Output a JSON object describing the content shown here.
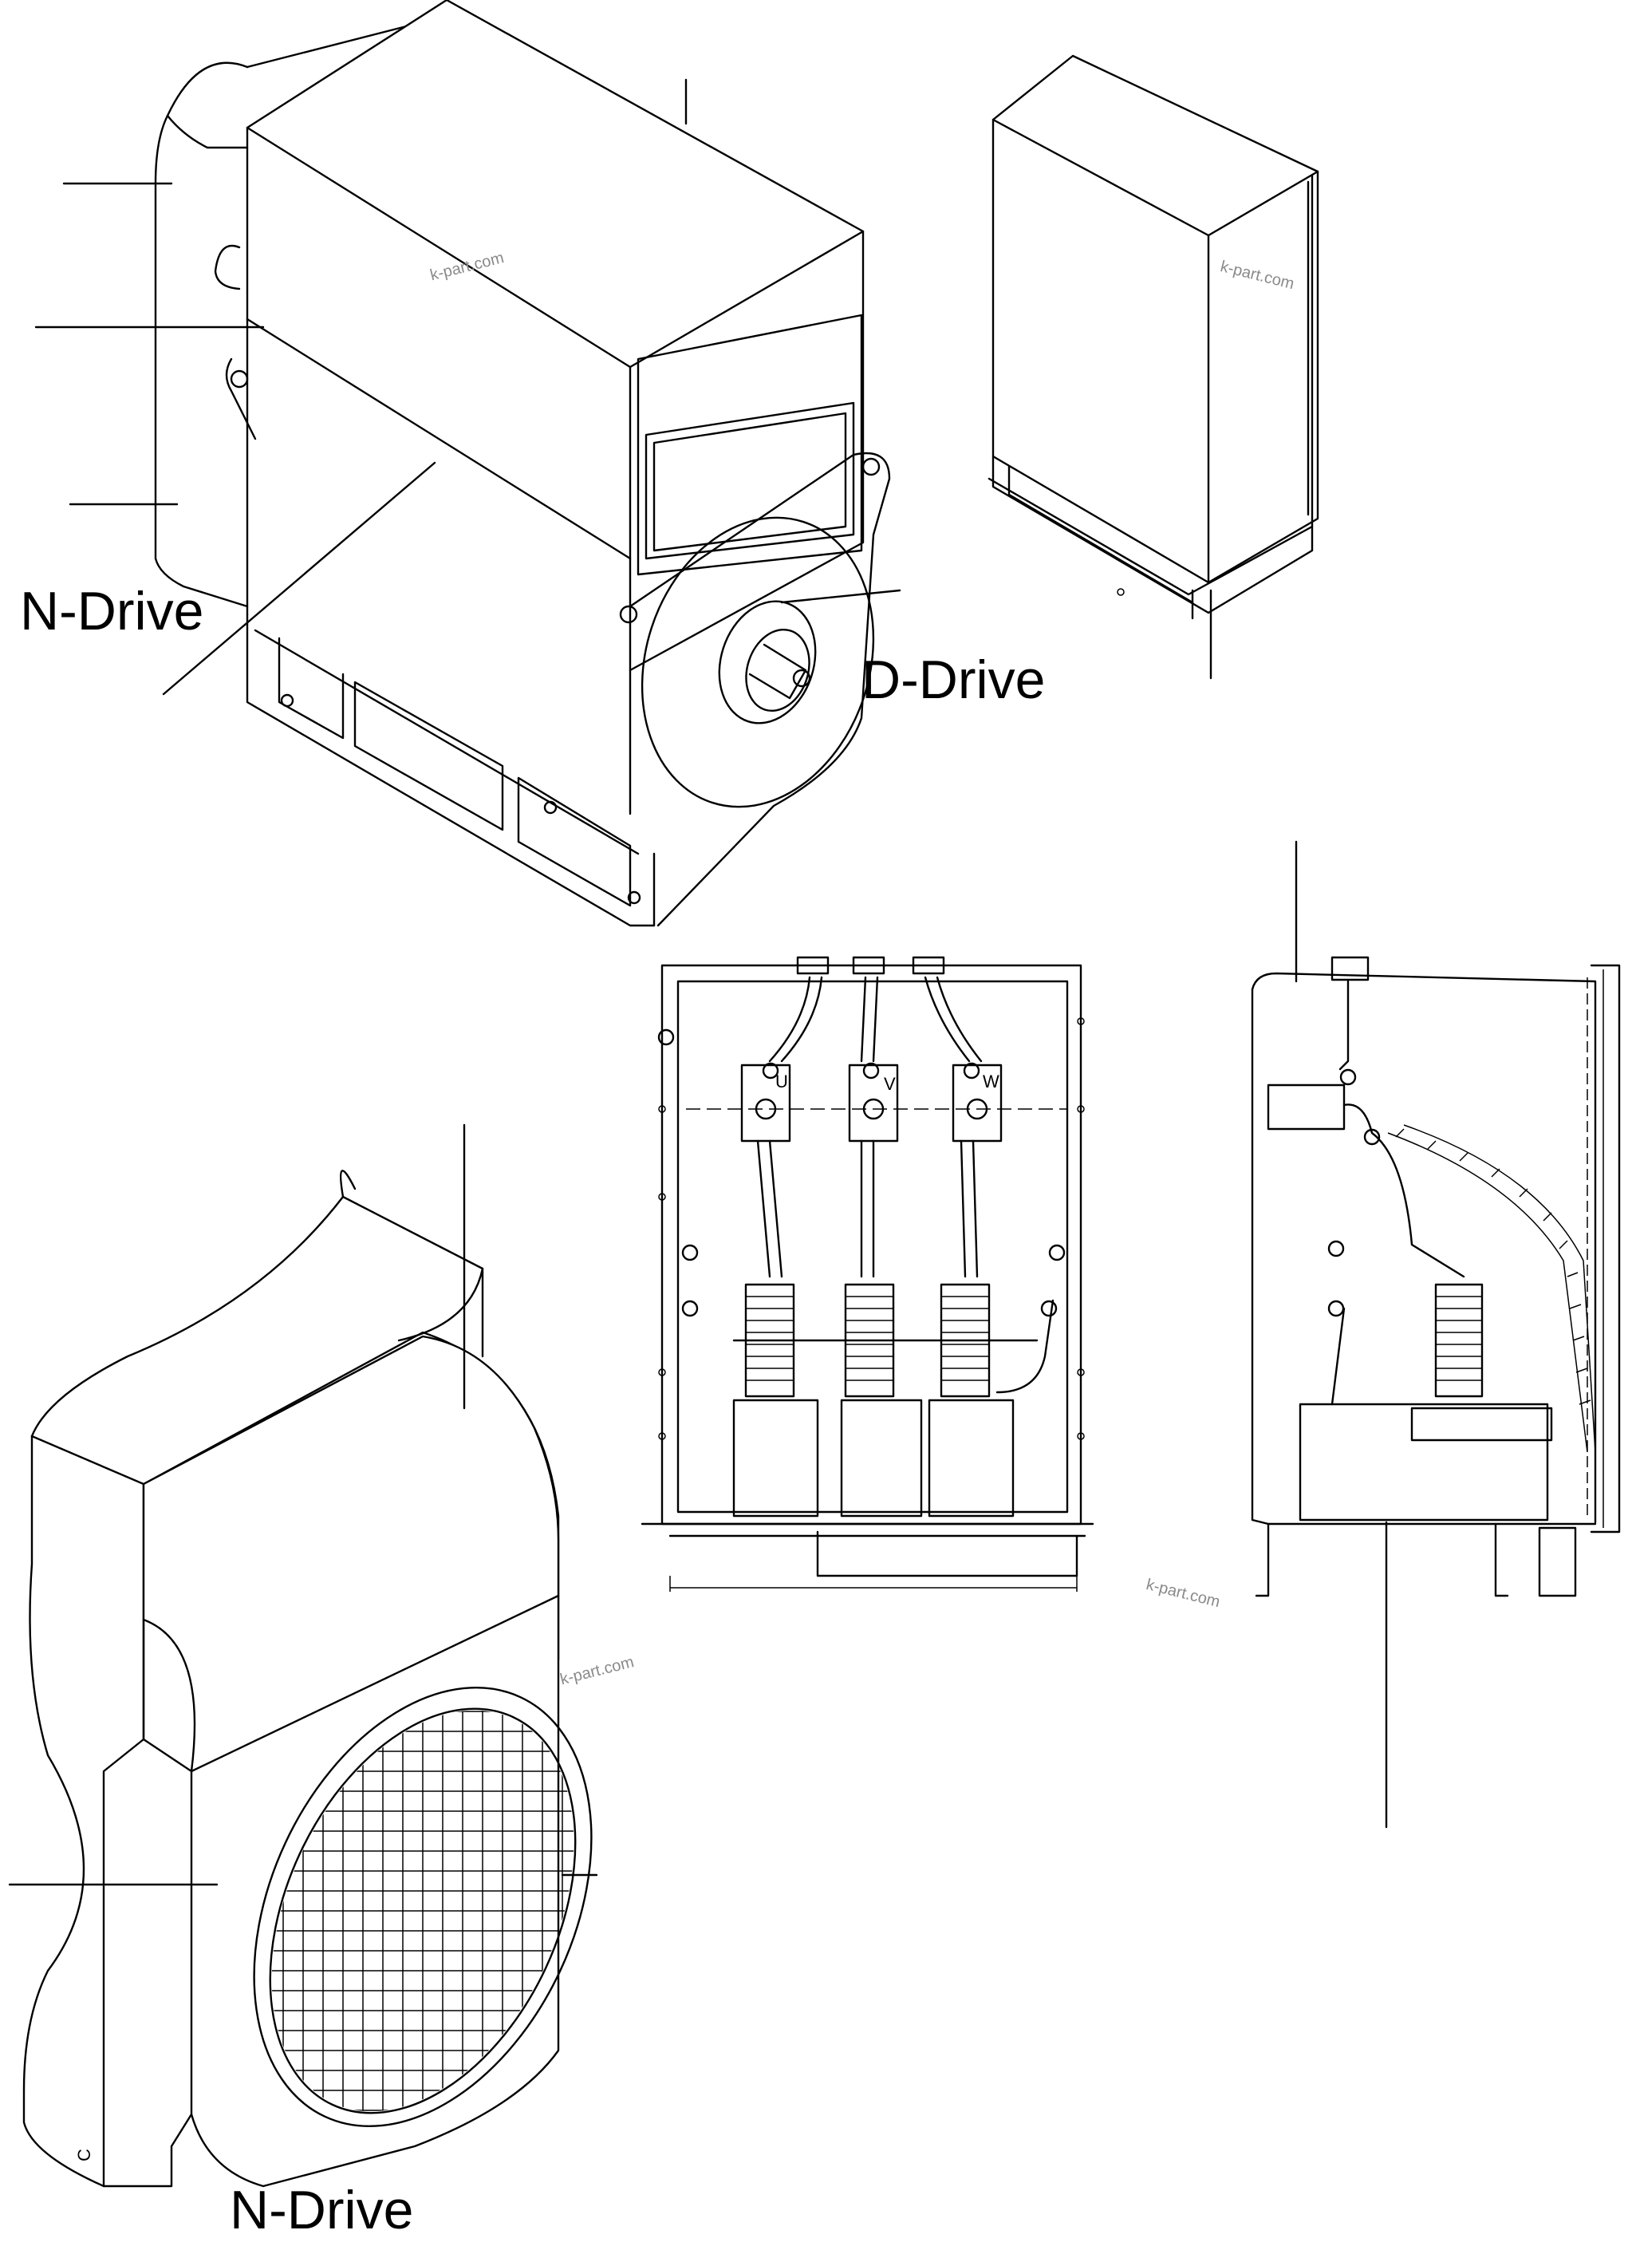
{
  "labels": {
    "n_drive_top": "N-Drive",
    "d_drive": "D-Drive",
    "n_drive_bottom": "N-Drive"
  },
  "terminals": {
    "u": "U",
    "v": "V",
    "w": "W"
  },
  "corner_mark": "C",
  "watermarks": [
    "k-part.com",
    "k-part.com",
    "k-part.com",
    "k-part.com"
  ]
}
